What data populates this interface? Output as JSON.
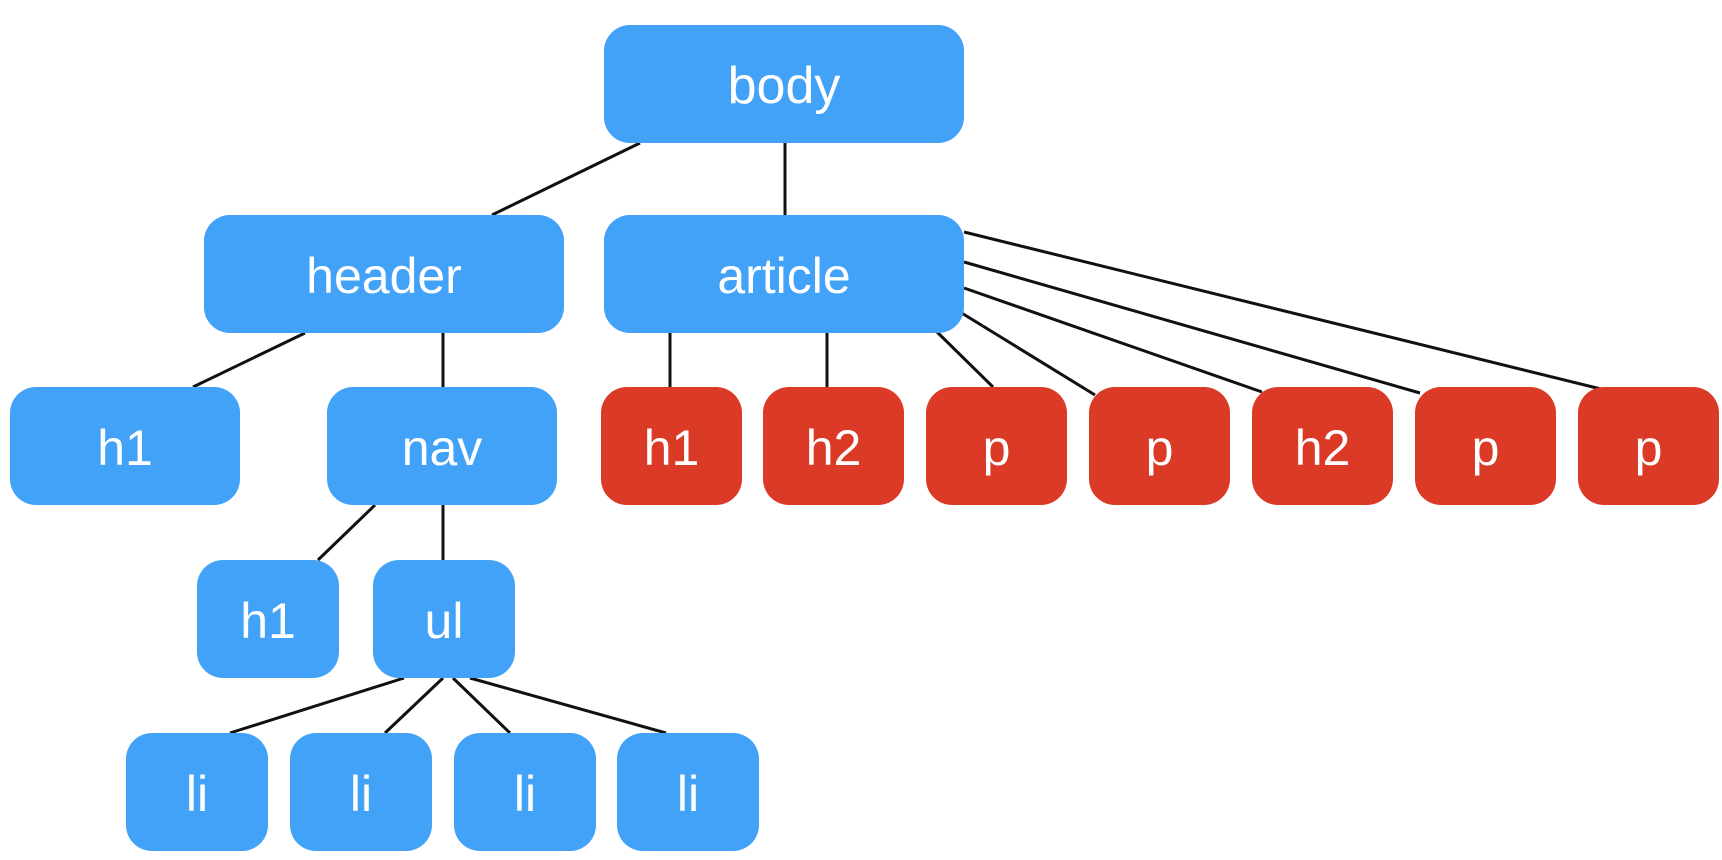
{
  "colors": {
    "structural": "#42a2f8",
    "content": "#da3a26",
    "edge": "#111111",
    "label": "#ffffff"
  },
  "nodes": [
    {
      "id": "body",
      "label": "body",
      "kind": "structural"
    },
    {
      "id": "header",
      "label": "header",
      "kind": "structural"
    },
    {
      "id": "article",
      "label": "article",
      "kind": "structural"
    },
    {
      "id": "header-h1",
      "label": "h1",
      "kind": "structural"
    },
    {
      "id": "nav",
      "label": "nav",
      "kind": "structural"
    },
    {
      "id": "nav-h1",
      "label": "h1",
      "kind": "structural"
    },
    {
      "id": "ul",
      "label": "ul",
      "kind": "structural"
    },
    {
      "id": "li-1",
      "label": "li",
      "kind": "structural"
    },
    {
      "id": "li-2",
      "label": "li",
      "kind": "structural"
    },
    {
      "id": "li-3",
      "label": "li",
      "kind": "structural"
    },
    {
      "id": "li-4",
      "label": "li",
      "kind": "structural"
    },
    {
      "id": "article-h1",
      "label": "h1",
      "kind": "content"
    },
    {
      "id": "article-h2-1",
      "label": "h2",
      "kind": "content"
    },
    {
      "id": "article-p-1",
      "label": "p",
      "kind": "content"
    },
    {
      "id": "article-p-2",
      "label": "p",
      "kind": "content"
    },
    {
      "id": "article-h2-2",
      "label": "h2",
      "kind": "content"
    },
    {
      "id": "article-p-3",
      "label": "p",
      "kind": "content"
    },
    {
      "id": "article-p-4",
      "label": "p",
      "kind": "content"
    }
  ],
  "edges": [
    {
      "from": "body",
      "to": "header"
    },
    {
      "from": "body",
      "to": "article"
    },
    {
      "from": "header",
      "to": "header-h1"
    },
    {
      "from": "header",
      "to": "nav"
    },
    {
      "from": "nav",
      "to": "nav-h1"
    },
    {
      "from": "nav",
      "to": "ul"
    },
    {
      "from": "ul",
      "to": "li-1"
    },
    {
      "from": "ul",
      "to": "li-2"
    },
    {
      "from": "ul",
      "to": "li-3"
    },
    {
      "from": "ul",
      "to": "li-4"
    },
    {
      "from": "article",
      "to": "article-h1"
    },
    {
      "from": "article",
      "to": "article-h2-1"
    },
    {
      "from": "article",
      "to": "article-p-1"
    },
    {
      "from": "article",
      "to": "article-p-2"
    },
    {
      "from": "article",
      "to": "article-h2-2"
    },
    {
      "from": "article",
      "to": "article-p-3"
    },
    {
      "from": "article",
      "to": "article-p-4"
    }
  ]
}
